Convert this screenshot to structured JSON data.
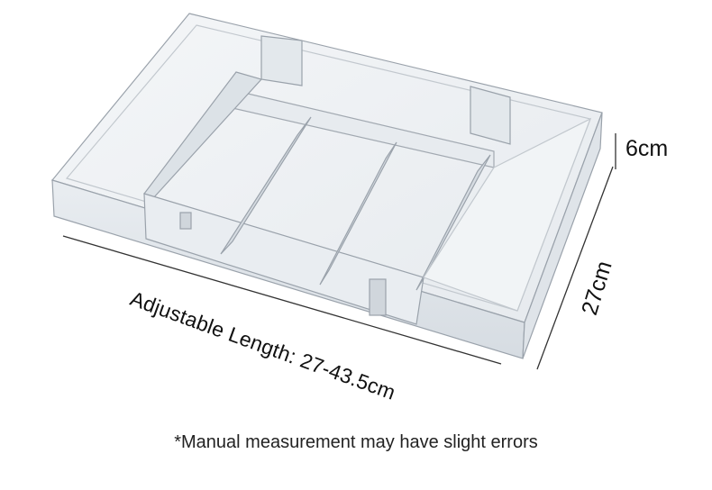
{
  "product": {
    "type": "clear acrylic expandable drawer organizer tray",
    "compartments": 5
  },
  "dimensions": {
    "length_label": "Adjustable Length: 27-43.5cm",
    "depth_label": "27cm",
    "height_label": "6cm"
  },
  "footnote": "*Manual measurement may have slight errors",
  "colors": {
    "background": "#ffffff",
    "tray_edge": "#a9b0b8",
    "tray_fill": "#eef1f4",
    "dimension_line": "#333333",
    "text": "#111111"
  }
}
